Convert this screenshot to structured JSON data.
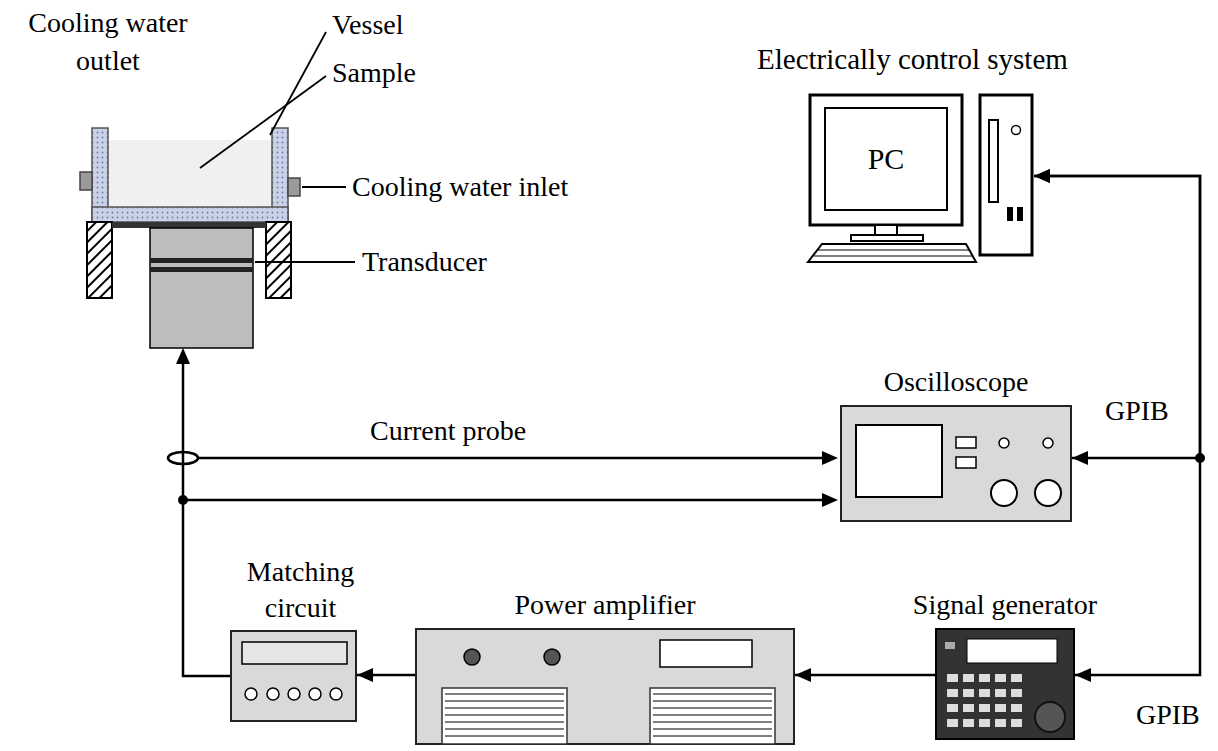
{
  "diagram": {
    "nodes": [
      {
        "text": [
          "Electrically control system",
          "PC"
        ]
      },
      {
        "text": [
          "Oscilloscope"
        ]
      },
      {
        "text": [
          "Matching circuit"
        ]
      },
      {
        "text": [
          "Power amplifier"
        ]
      },
      {
        "text": [
          "Signal generator"
        ]
      }
    ],
    "edges": [
      {
        "from": 0,
        "to": 1,
        "label": "GPIB",
        "arrow": "both"
      },
      {
        "from": 0,
        "to": 4,
        "label": "GPIB",
        "arrow": "both"
      },
      {
        "from": 4,
        "to": 3,
        "arrow": "to"
      },
      {
        "from": 3,
        "to": 2,
        "arrow": "to"
      }
    ],
    "labels": [
      "Cooling water outlet",
      "Vessel",
      "Sample",
      "Cooling water inlet",
      "Transducer",
      "Current probe"
    ]
  }
}
